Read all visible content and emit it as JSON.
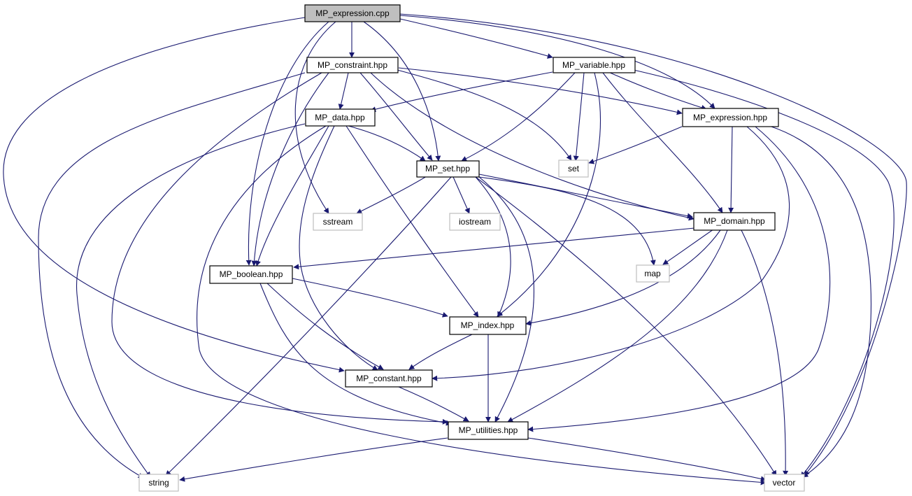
{
  "diagram": {
    "colors": {
      "edge": "#191970",
      "main_fill": "#bfbfbf",
      "node_border": "#000000",
      "external_border": "#bfbfbf",
      "background": "#ffffff"
    },
    "nodes": {
      "expr_cpp": "MP_expression.cpp",
      "constraint": "MP_constraint.hpp",
      "variable": "MP_variable.hpp",
      "data": "MP_data.hpp",
      "expression": "MP_expression.hpp",
      "set_lib": "set",
      "mp_set": "MP_set.hpp",
      "sstream": "sstream",
      "iostream": "iostream",
      "domain": "MP_domain.hpp",
      "map": "map",
      "boolean": "MP_boolean.hpp",
      "index": "MP_index.hpp",
      "constant": "MP_constant.hpp",
      "utilities": "MP_utilities.hpp",
      "string": "string",
      "vector": "vector"
    }
  }
}
